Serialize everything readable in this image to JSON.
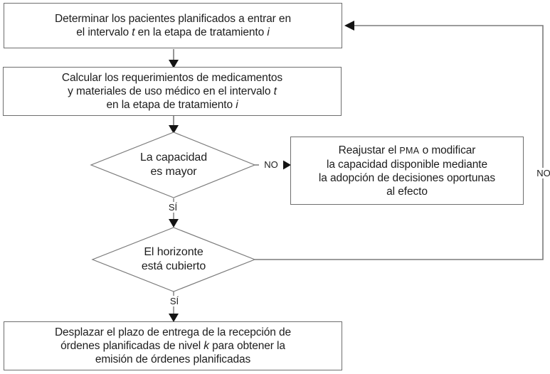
{
  "title": "Diagrama de flujo de planificación de tratamiento",
  "colors": {
    "background": "#ffffff",
    "line": "#7b7b7b",
    "box_border": "#6e6e6e",
    "text": "#1d1d1d",
    "arrow": "#141414"
  },
  "nodes": {
    "determinar": {
      "l1": "Determinar los pacientes planificados a entrar en",
      "l2a": "el intervalo ",
      "l2b": "t",
      "l2c": " en la etapa de tratamiento ",
      "l2d": "i"
    },
    "calcular": {
      "l1": "Calcular los requerimientos de medicamentos",
      "l2a": "y materiales de uso médico en el intervalo ",
      "l2b": "t",
      "l3a": "en la etapa de tratamiento ",
      "l3b": "i"
    },
    "capacidad": {
      "l1": "La capacidad",
      "l2": "es mayor"
    },
    "reajustar": {
      "l1a": "Reajustar el ",
      "l1b": "PMA",
      "l1c": " o modificar",
      "l2": "la capacidad disponible mediante",
      "l3": "la adopción de decisiones oportunas",
      "l4": "al efecto"
    },
    "horizonte": {
      "l1": "El horizonte",
      "l2": "está cubierto"
    },
    "desplazar": {
      "l1": "Desplazar el plazo de entrega de la recepción de",
      "l2a": "órdenes planificadas de nivel ",
      "l2b": "k",
      "l2c": " para obtener la",
      "l3": "emisión de órdenes planificadas"
    }
  },
  "labels": {
    "no_capacidad": "NO",
    "si_capacidad": "SÍ",
    "no_horizonte": "NO",
    "si_horizonte": "SÍ"
  }
}
